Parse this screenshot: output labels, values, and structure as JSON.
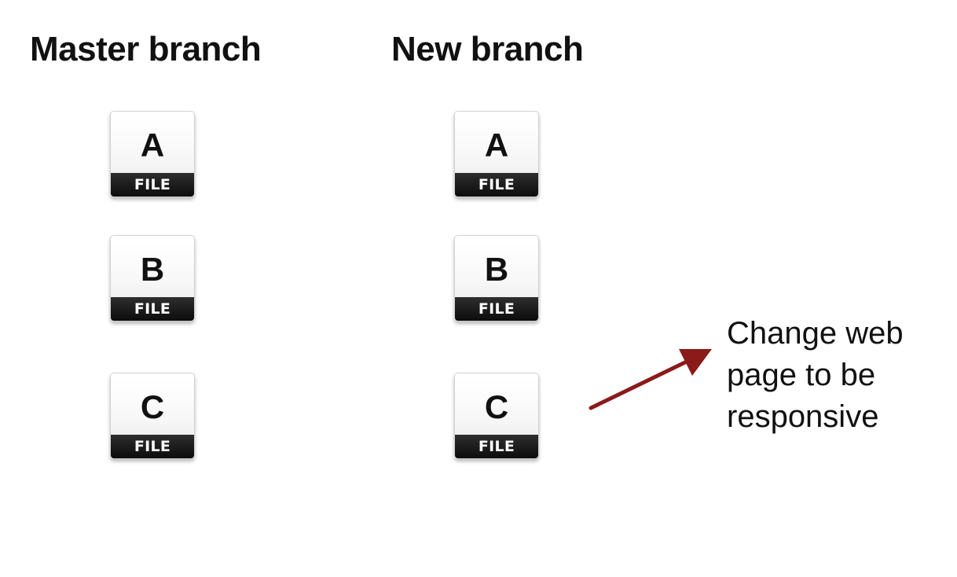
{
  "columns": [
    {
      "title": "Master branch",
      "files": [
        {
          "letter": "A",
          "label": "FILE"
        },
        {
          "letter": "B",
          "label": "FILE"
        },
        {
          "letter": "C",
          "label": "FILE"
        }
      ]
    },
    {
      "title": "New branch",
      "files": [
        {
          "letter": "A",
          "label": "FILE"
        },
        {
          "letter": "B",
          "label": "FILE"
        },
        {
          "letter": "C",
          "label": "FILE"
        }
      ]
    }
  ],
  "annotation": {
    "lines": [
      "Change web",
      "page to be",
      "responsive"
    ],
    "arrow_color": "#8b1a1a"
  }
}
